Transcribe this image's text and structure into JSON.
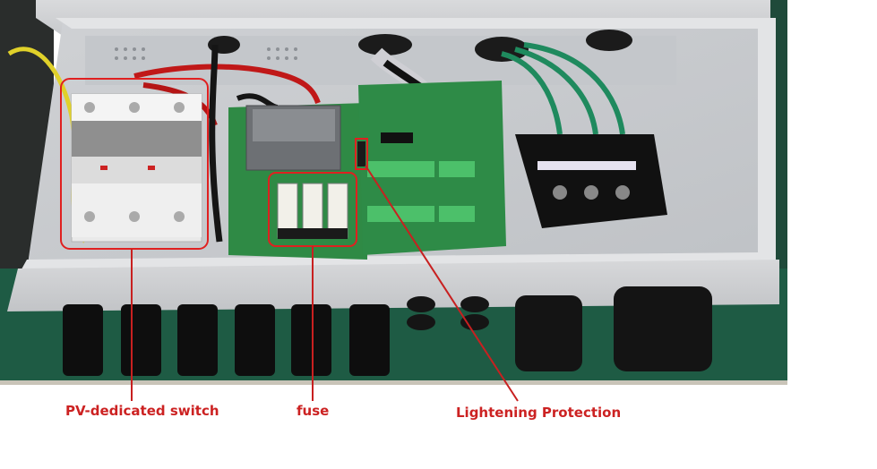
{
  "annotations": {
    "switch_label": "PV-dedicated switch",
    "fuse_label": "fuse",
    "lightning_label": "Lightening Protection",
    "highlight_color": "#e02020",
    "label_color": "#cc2222"
  },
  "device": {
    "fuse_count": 3,
    "terminal_count": 3
  }
}
